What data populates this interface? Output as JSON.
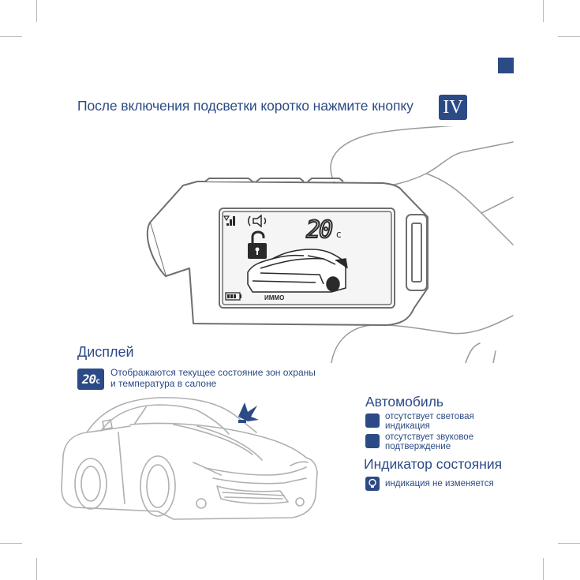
{
  "instruction": {
    "text": "После включения подсветки коротко нажмите кнопку",
    "button_label": "IV"
  },
  "lcd": {
    "temperature": "20",
    "temp_unit": "c",
    "immo_label": "ИММО"
  },
  "display_section": {
    "title": "Дисплей",
    "icon_temperature": "20",
    "icon_unit": "c",
    "description_lines": [
      "Отображаются текущее состояние зон охраны",
      "и температура в салоне"
    ]
  },
  "car_section": {
    "title": "Автомобиль",
    "items": [
      {
        "lines": [
          "отсутствует световая",
          "индикация"
        ],
        "icon": "square-icon"
      },
      {
        "lines": [
          "отсутствует звуковое",
          "подтверждение"
        ],
        "icon": "square-icon"
      }
    ]
  },
  "status_section": {
    "title": "Индикатор состояния",
    "items": [
      {
        "text": "индикация не изменяется",
        "icon": "lightbulb-icon"
      }
    ]
  },
  "colors": {
    "accent": "#2c4a86",
    "line_art": "#6f6f6f",
    "crop_marks": "#b9b9b9"
  }
}
